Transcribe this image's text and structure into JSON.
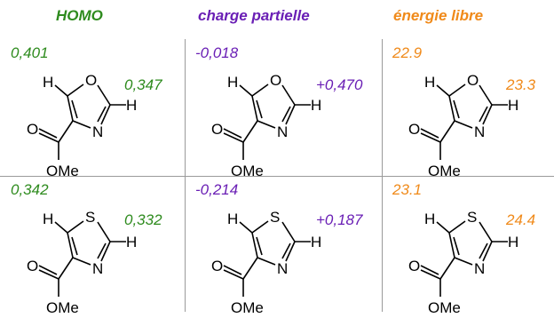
{
  "colors": {
    "homo": "#2e8b1e",
    "charge": "#6a1fb5",
    "energy": "#f08a1a"
  },
  "headers": {
    "homo": "HOMO",
    "charge": "charge partielle",
    "energy": "énergie libre"
  },
  "atoms": {
    "H": "H",
    "O": "O",
    "N": "N",
    "S": "S",
    "OMe": "OMe"
  },
  "rows": [
    {
      "heteroatom": "O",
      "homo": {
        "c5": "0,401",
        "c2": "0,347"
      },
      "charge": {
        "c5": "-0,018",
        "c2": "+0,470"
      },
      "energy": {
        "c5": "22.9",
        "c2": "23.3"
      }
    },
    {
      "heteroatom": "S",
      "homo": {
        "c5": "0,342",
        "c2": "0,332"
      },
      "charge": {
        "c5": "-0,214",
        "c2": "+0,187"
      },
      "energy": {
        "c5": "23.1",
        "c2": "24.4"
      }
    }
  ]
}
